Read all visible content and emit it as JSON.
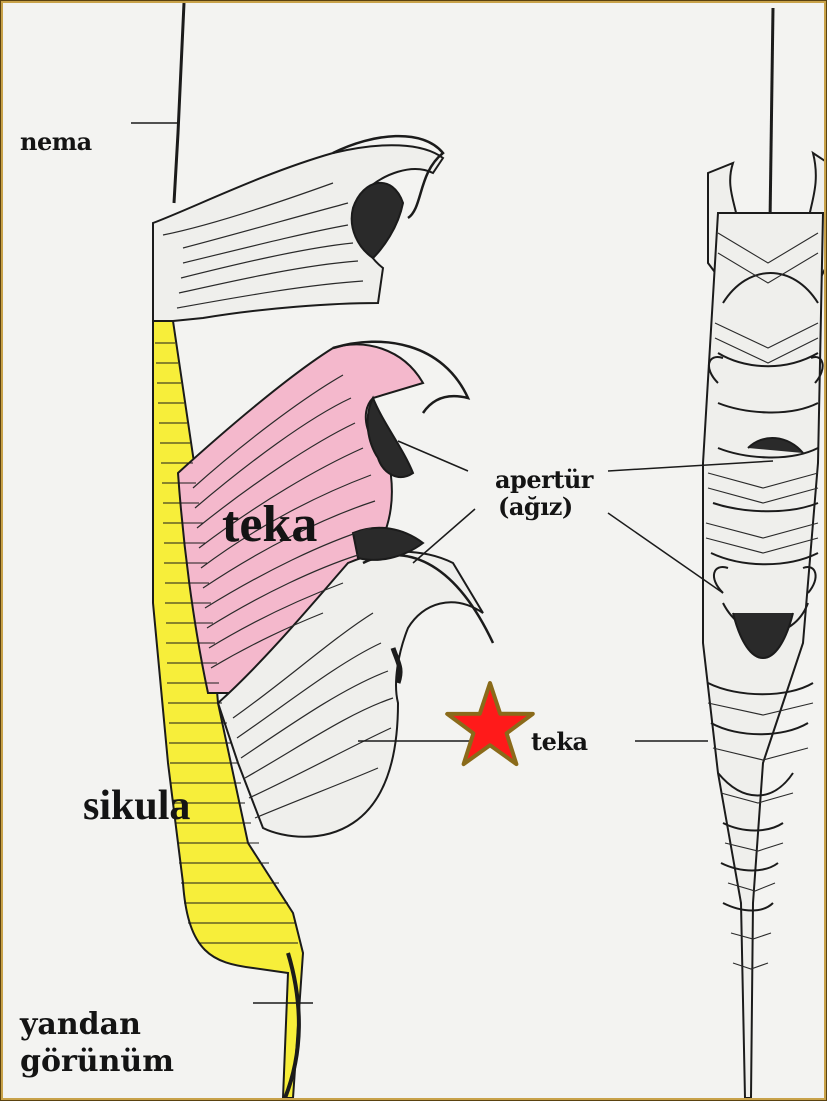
{
  "labels": {
    "nema": "nema",
    "teka_main": "teka",
    "apertur_line1": "apertür",
    "apertur_line2": "(ağız)",
    "teka_right": "teka",
    "sikula": "sikula",
    "view_line1": "yandan",
    "view_line2": "görünüm"
  },
  "colors": {
    "frame_border": "#c8a24a",
    "sikula_fill": "#f7ee3a",
    "teka_fill": "#f4b8cc",
    "ink": "#1b1b1b",
    "star_fill": "#ff1a1a",
    "star_outline": "#8a6a1a"
  }
}
